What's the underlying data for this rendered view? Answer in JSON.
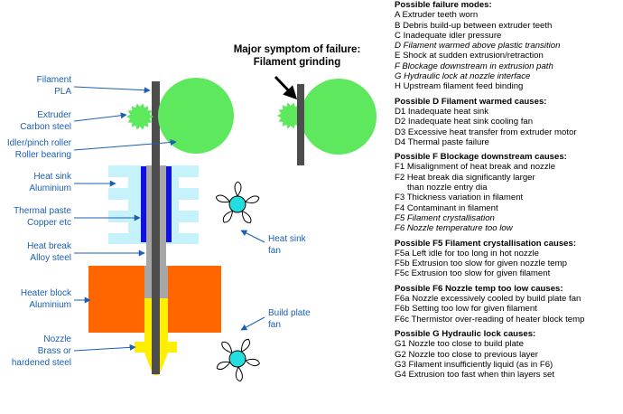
{
  "colors": {
    "label_blue": "#1a5fb4",
    "gear_green": "#5ee85e",
    "heatsink_cyan": "#c6f3fb",
    "thermal_paste_blue": "#1010e0",
    "heater_orange": "#ff6600",
    "nozzle_yellow": "#ffee00",
    "filament_grey": "#4d4d4d",
    "fan_hub_cyan": "#22dede"
  },
  "labels": {
    "filament_1": "Filament",
    "filament_2": "PLA",
    "extruder_1": "Extruder",
    "extruder_2": "Carbon steel",
    "idler_1": "Idler/pinch roller",
    "idler_2": "Roller bearing",
    "heatsink_1": "Heat sink",
    "heatsink_2": "Aluminium",
    "paste_1": "Thermal paste",
    "paste_2": "Copper etc",
    "heatbreak_1": "Heat break",
    "heatbreak_2": "Alloy steel",
    "heater_1": "Heater block",
    "heater_2": "Aluminium",
    "nozzle_1": "Nozzle",
    "nozzle_2": "Brass or",
    "nozzle_3": "hardened steel",
    "hs_fan_1": "Heat sink",
    "hs_fan_2": "fan",
    "bp_fan_1": "Build plate",
    "bp_fan_2": "fan"
  },
  "symptom": {
    "line1": "Major symptom of failure:",
    "line2": "Filament grinding"
  },
  "failure_modes": {
    "title": "Possible failure modes:",
    "items": [
      {
        "text": "A Extruder teeth worn",
        "italic": false
      },
      {
        "text": "B Debris build-up between extruder teeth",
        "italic": false
      },
      {
        "text": "C Inadequate idler pressure",
        "italic": false
      },
      {
        "text": "D Filament warmed above plastic transition",
        "italic": true
      },
      {
        "text": "E Shock at sudden extrusion/retraction",
        "italic": false
      },
      {
        "text": "F Blockage downstream in extrusion path",
        "italic": true
      },
      {
        "text": "G Hydraulic lock at nozzle interface",
        "italic": true
      },
      {
        "text": "H Upstream filament feed binding",
        "italic": false
      }
    ]
  },
  "d_causes": {
    "title": "Possible D Filament warmed causes:",
    "items": [
      {
        "text": "D1 Inadequate heat sink",
        "italic": false
      },
      {
        "text": "D2 Inadequate heat sink cooling fan",
        "italic": false
      },
      {
        "text": "D3 Excessive heat transfer from extruder motor",
        "italic": false
      },
      {
        "text": "D4 Thermal paste failure",
        "italic": false
      }
    ]
  },
  "f_causes": {
    "title": "Possible F Blockage downstream causes:",
    "items": [
      {
        "text": "F1 Misalignment of heat break and nozzle",
        "italic": false
      },
      {
        "text": "F2 Heat break dia significantly larger",
        "italic": false
      },
      {
        "text": "than nozzle entry dia",
        "italic": false,
        "indent": true
      },
      {
        "text": "F3 Thickness variation in filament",
        "italic": false
      },
      {
        "text": "F4 Contaminant in filament",
        "italic": false
      },
      {
        "text": "F5 Filament crystallisation",
        "italic": true
      },
      {
        "text": "F6 Nozzle temperature too low",
        "italic": true
      }
    ]
  },
  "f5_causes": {
    "title": "Possible F5 Filament crystallisation causes:",
    "items": [
      {
        "text": "F5a Left idle for too long in hot nozzle",
        "italic": false
      },
      {
        "text": "F5b Extrusion too slow for given nozzle temp",
        "italic": false
      },
      {
        "text": "F5c Extrusion too slow for given filament",
        "italic": false
      }
    ]
  },
  "f6_causes": {
    "title": "Possible F6 Nozzle temp too low causes:",
    "items": [
      {
        "text": "F6a Nozzle excessively cooled by build plate fan",
        "italic": false
      },
      {
        "text": "F6b Setting too low for given filament",
        "italic": false
      },
      {
        "text": "F6c Thermistor over-reading of heater block temp",
        "italic": false
      }
    ]
  },
  "g_causes": {
    "title": "Possible G Hydraulic lock causes:",
    "items": [
      {
        "text": "G1 Nozzle too close to build plate",
        "italic": false
      },
      {
        "text": "G2 Nozzle too close to previous layer",
        "italic": false
      },
      {
        "text": "G3 Filament insufficiently liquid (as in F6)",
        "italic": false
      },
      {
        "text": "G4 Extrusion too fast when thin layers set",
        "italic": false
      }
    ]
  }
}
